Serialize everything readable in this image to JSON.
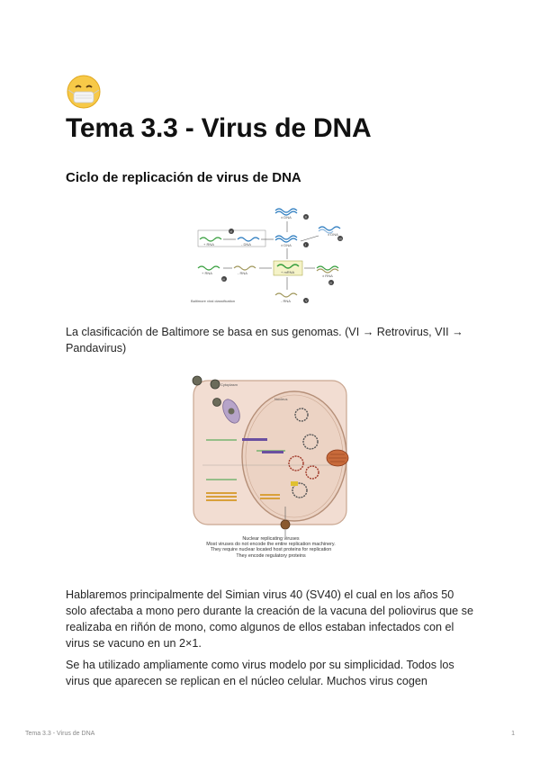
{
  "page": {
    "title": "Tema 3.3 - Virus de DNA",
    "section_heading": "Ciclo de replicación de virus de DNA",
    "paragraphs": [
      "La clasificación de Baltimore se basa en sus genomas. (VI → Retrovirus, VII → Pandavirus)",
      "Hablaremos principalmente del Simian virus 40 (SV40) el cual en los años 50 solo afectaba a mono pero durante la creación de la vacuna del poliovirus que se realizaba en riñón de mono, como algunos de ellos estaban infectados con el virus se vacuno en un 2×1.",
      "Se ha utilizado ampliamente como virus modelo por su simplicidad. Todos los virus que aparecen se replican en el núcleo celular. Muchos virus cogen"
    ],
    "icon": "face-with-medical-mask-icon"
  },
  "figure1": {
    "labels": {
      "dsdna": "± DNA",
      "ssdna": "± DNA",
      "ssrna_rt": "+ RNA",
      "dna_rt": "- DNA",
      "plus_rna": "+ RNA",
      "minus_rna": "- RNA",
      "mrna": "+ mRNA",
      "dsrna": "± RNA",
      "neg_rna": "- RNA",
      "gapped": "± DNA",
      "caption": "Baltimore viral classification"
    },
    "classes": [
      "II",
      "I",
      "VII",
      "VI",
      "IV",
      "III",
      "V"
    ]
  },
  "figure2": {
    "labels": {
      "cytoplasm": "Cytoplasm",
      "nucleus": "Nucleus"
    },
    "caption_lines": [
      "Nuclear replicating viruses",
      "Most viruses do not encode the entire replication machinery.",
      "They require nuclear located host proteins for replication",
      "They encode regulatory proteins"
    ]
  },
  "footer": {
    "left": "Tema 3.3 - Virus de DNA",
    "right": "1"
  }
}
